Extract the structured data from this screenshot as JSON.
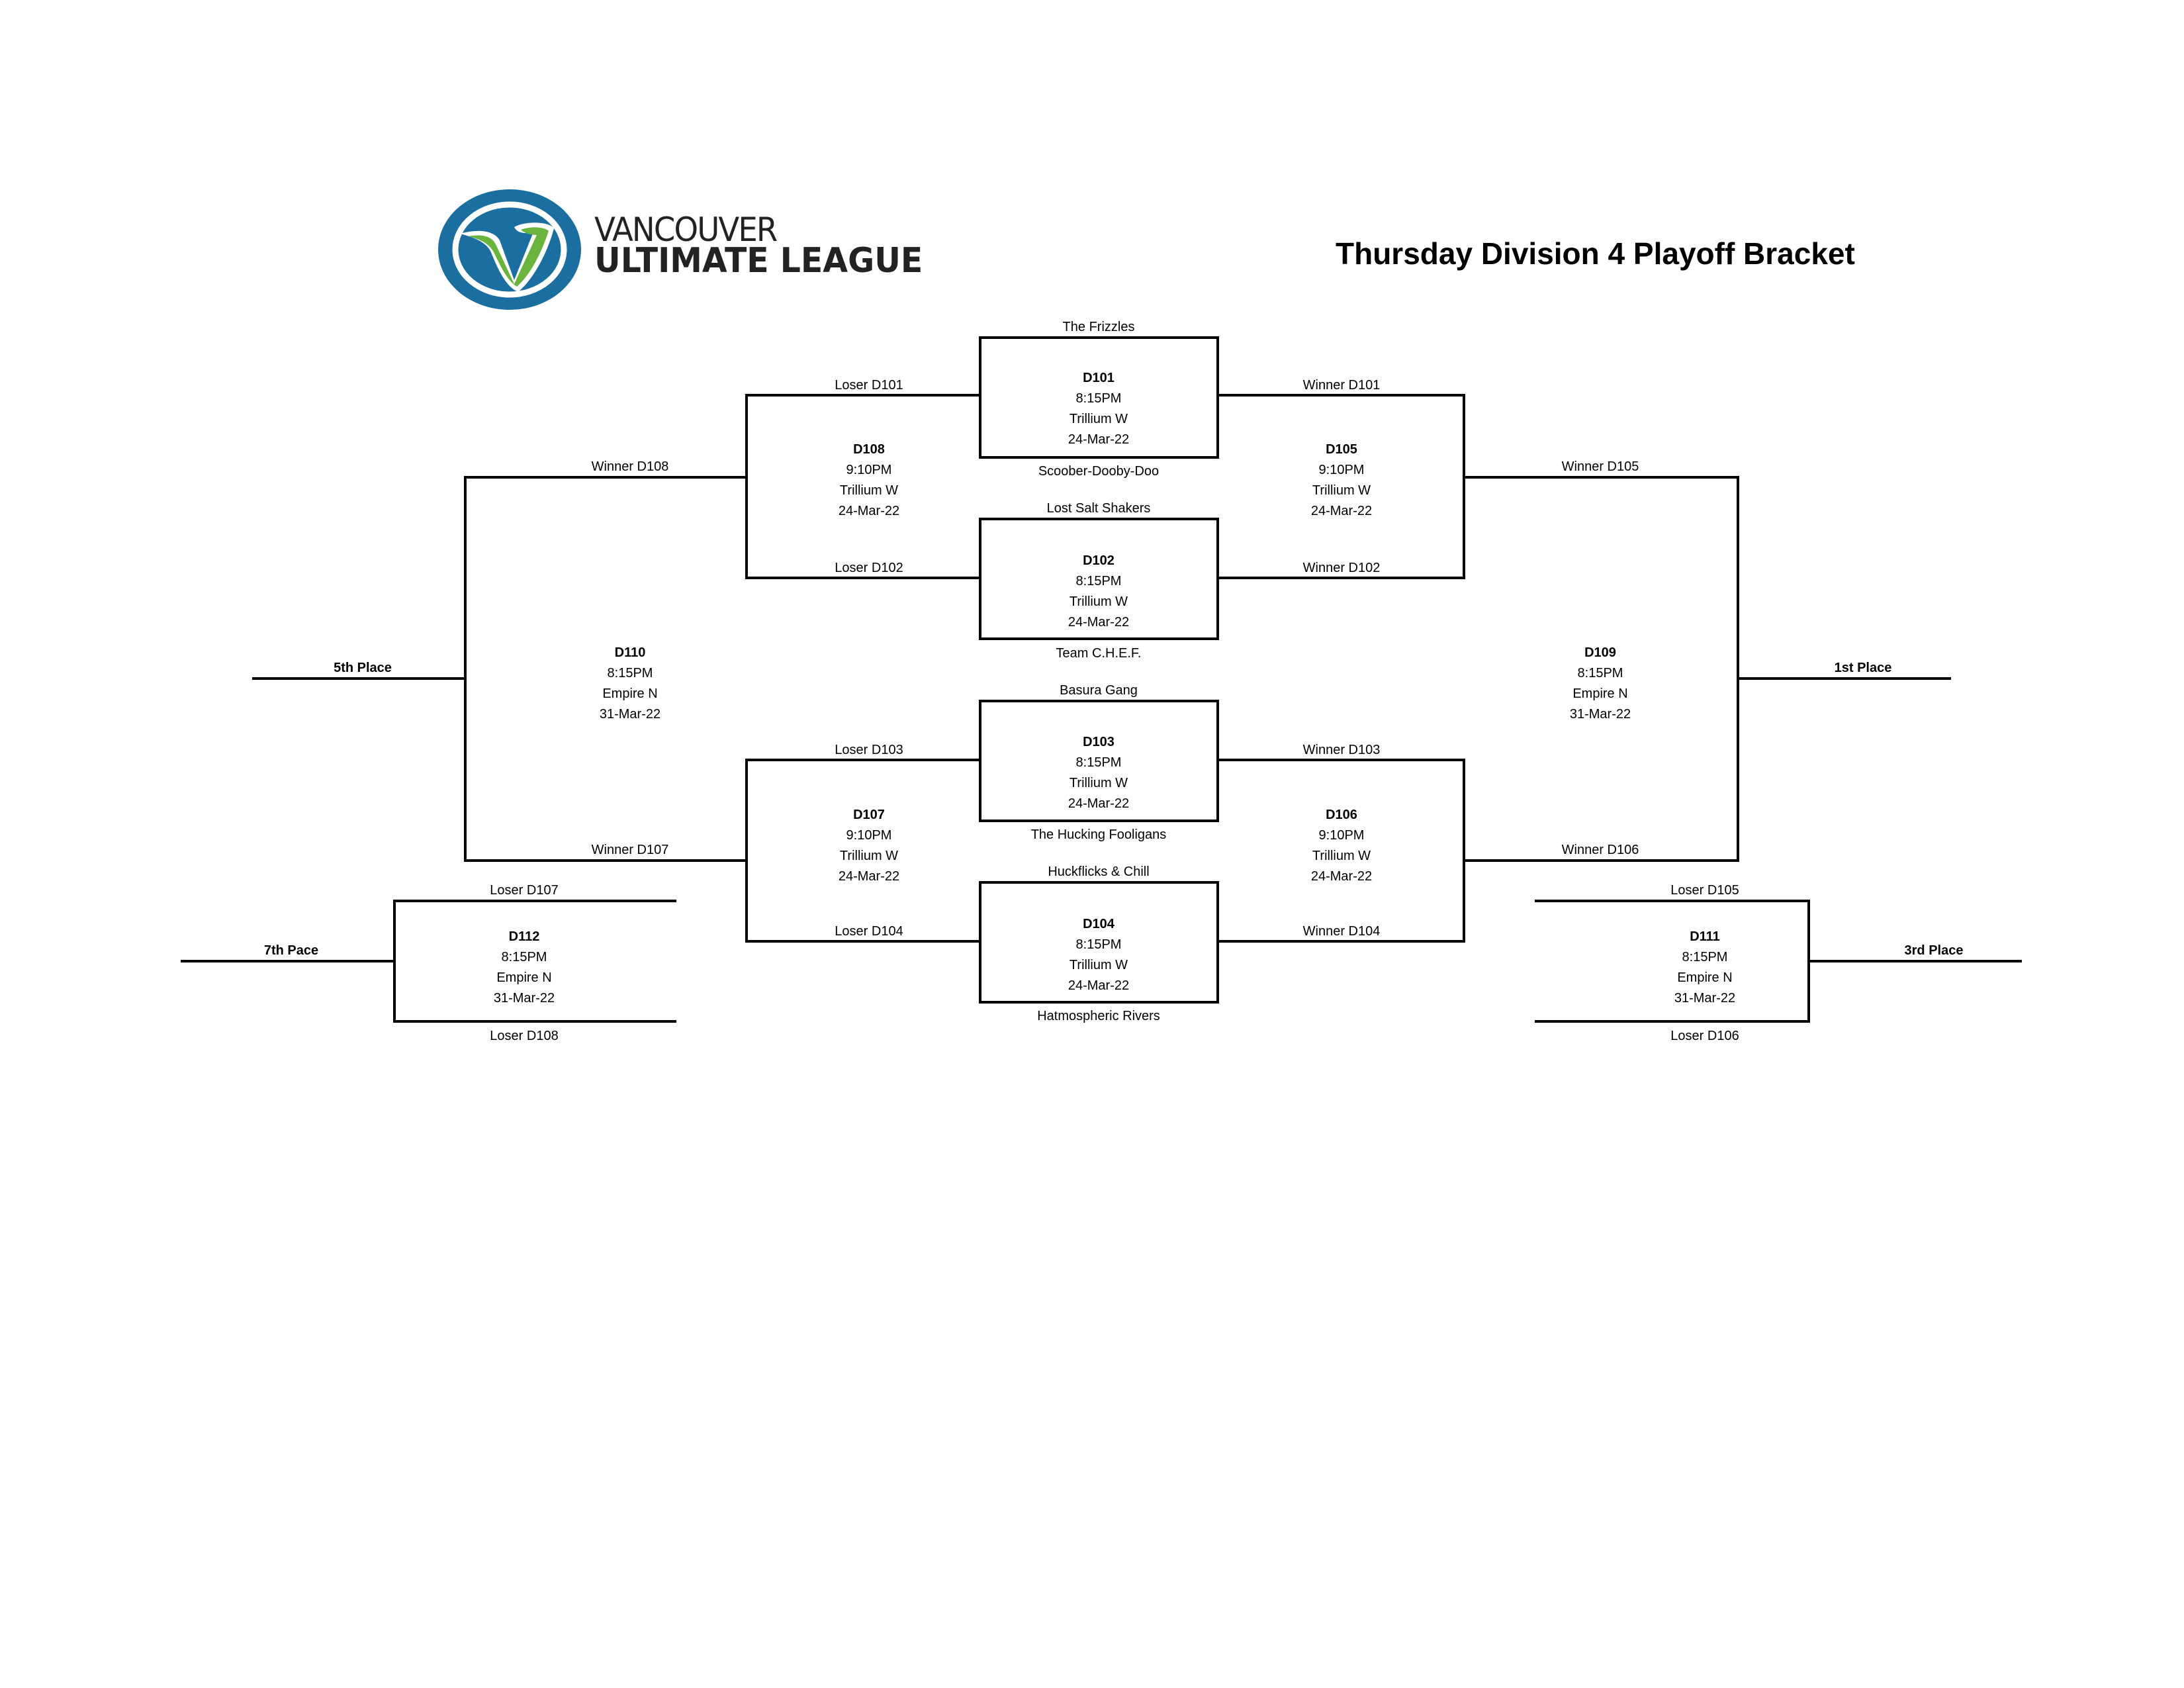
{
  "header": {
    "logo_line1": "VANCOUVER",
    "logo_line2": "ULTIMATE LEAGUE",
    "logo_icon": "vul-v-logo-icon",
    "title": "Thursday Division 4 Playoff Bracket",
    "colors": {
      "logo_blue": "#1a6fa0",
      "logo_green": "#6ab43e",
      "text": "#222222"
    }
  },
  "games": {
    "D101": {
      "id": "D101",
      "time": "8:15PM",
      "field": "Trillium W",
      "date": "24-Mar-22",
      "top": "The Frizzles",
      "bottom": "Scoober-Dooby-Doo"
    },
    "D102": {
      "id": "D102",
      "time": "8:15PM",
      "field": "Trillium W",
      "date": "24-Mar-22",
      "top": "Lost Salt Shakers",
      "bottom": "Team C.H.E.F."
    },
    "D103": {
      "id": "D103",
      "time": "8:15PM",
      "field": "Trillium W",
      "date": "24-Mar-22",
      "top": "Basura Gang",
      "bottom": "The Hucking Fooligans"
    },
    "D104": {
      "id": "D104",
      "time": "8:15PM",
      "field": "Trillium W",
      "date": "24-Mar-22",
      "top": "Huckflicks & Chill",
      "bottom": "Hatmospheric Rivers"
    },
    "D105": {
      "id": "D105",
      "time": "9:10PM",
      "field": "Trillium W",
      "date": "24-Mar-22",
      "top": "Winner D101",
      "bottom": "Winner D102"
    },
    "D106": {
      "id": "D106",
      "time": "9:10PM",
      "field": "Trillium W",
      "date": "24-Mar-22",
      "top": "Winner D103",
      "bottom": "Winner D104"
    },
    "D107": {
      "id": "D107",
      "time": "9:10PM",
      "field": "Trillium W",
      "date": "24-Mar-22",
      "top": "Loser D103",
      "bottom": "Loser D104"
    },
    "D108": {
      "id": "D108",
      "time": "9:10PM",
      "field": "Trillium W",
      "date": "24-Mar-22",
      "top": "Loser D101",
      "bottom": "Loser D102"
    },
    "D109": {
      "id": "D109",
      "time": "8:15PM",
      "field": "Empire N",
      "date": "31-Mar-22",
      "top": "Winner D105",
      "bottom": "Winner D106",
      "result": "1st Place"
    },
    "D110": {
      "id": "D110",
      "time": "8:15PM",
      "field": "Empire N",
      "date": "31-Mar-22",
      "top": "Winner D108",
      "bottom": "Winner D107",
      "result": "5th Place"
    },
    "D111": {
      "id": "D111",
      "time": "8:15PM",
      "field": "Empire N",
      "date": "31-Mar-22",
      "top": "Loser D105",
      "bottom": "Loser D106",
      "result": "3rd Place"
    },
    "D112": {
      "id": "D112",
      "time": "8:15PM",
      "field": "Empire N",
      "date": "31-Mar-22",
      "top": "Loser D107",
      "bottom": "Loser D108",
      "result": "7th Pace"
    }
  }
}
